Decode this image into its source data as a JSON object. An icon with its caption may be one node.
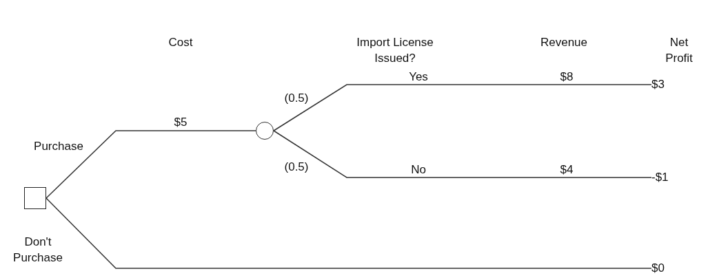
{
  "diagram": {
    "nodes": [
      {
        "text": [],
        "shape": "box"
      },
      {
        "text": [],
        "shape": "circle"
      },
      {
        "text": [
          "$3"
        ]
      },
      {
        "text": [
          "-$1"
        ]
      },
      {
        "text": [
          "$0"
        ]
      }
    ],
    "edges": [
      {
        "from": 0,
        "to": 1,
        "arrow": "none",
        "label": "Purchase"
      },
      {
        "from": 1,
        "to": 2,
        "arrow": "none",
        "label": "Yes"
      },
      {
        "from": 1,
        "to": 3,
        "arrow": "none",
        "label": "No"
      },
      {
        "from": 0,
        "to": 4,
        "arrow": "none",
        "label": "Don't Purchase"
      }
    ],
    "labels": [
      "Cost",
      "Import License Issued?",
      "Revenue",
      "Net Profit",
      "$5",
      "(0.5)",
      "$8",
      "(0.5)",
      "$4"
    ]
  }
}
